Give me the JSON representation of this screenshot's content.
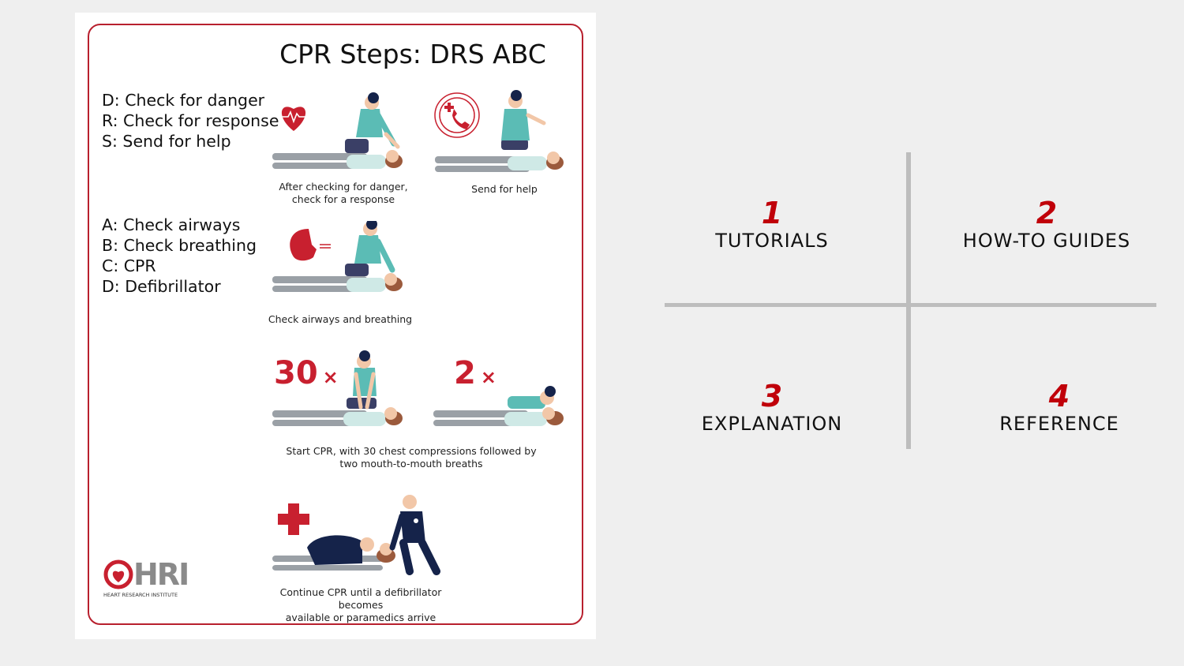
{
  "poster": {
    "title": "CPR Steps: DRS ABC",
    "drs_steps": [
      "D: Check for danger",
      "R: Check for response",
      "S: Send for help"
    ],
    "abc_steps": [
      "A: Check airways",
      "B: Check breathing",
      "C: CPR",
      "D: Defibrillator"
    ],
    "captions": {
      "response_1": "After checking for danger,",
      "response_2": "check for a response",
      "send_help": "Send for help",
      "airways": "Check airways and breathing",
      "cpr_1": "Start CPR, with 30 chest compressions followed by",
      "cpr_2": "two mouth-to-mouth breaths",
      "continue_1": "Continue CPR until a defibrillator becomes",
      "continue_2": "available or paramedics arrive"
    },
    "compressions_label": "30",
    "breaths_label": "2",
    "times_symbol": "×",
    "logo": {
      "text": "HRI",
      "subtitle": "HEART RESEARCH INSTITUTE"
    },
    "colors": {
      "accent": "#c8202f",
      "teal": "#5bbcb5",
      "navy": "#15234a"
    }
  },
  "quadrants": [
    {
      "number": "1",
      "label": "TUTORIALS"
    },
    {
      "number": "2",
      "label": "HOW-TO GUIDES"
    },
    {
      "number": "3",
      "label": "EXPLANATION"
    },
    {
      "number": "4",
      "label": "REFERENCE"
    }
  ],
  "colors": {
    "quadrant_number": "#c0000a",
    "divider": "#bdbdbd",
    "background": "#efefef"
  }
}
